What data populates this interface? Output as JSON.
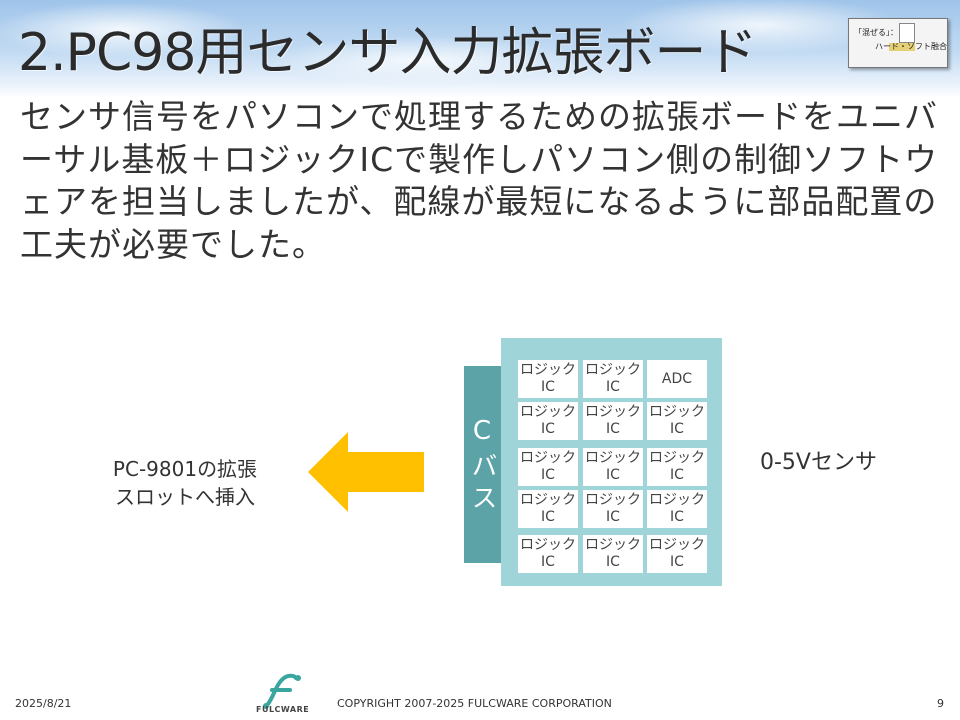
{
  "slide": {
    "title": "2.PC98用センサ入力拡張ボード",
    "badge": {
      "line1": "「混ぜる」：",
      "line2": "ハード・ソフト融合"
    },
    "body_text": "センサ信号をパソコンで処理するための拡張ボードをユニバーサル基板＋ロジックICで製作しパソコン側の制御ソフトウェアを担当しましたが、配線が最短になるように部品配置の工夫が必要でした。"
  },
  "diagram": {
    "left_label": "PC-9801の拡張\nスロットへ挿入",
    "bus_label": "Cバス",
    "sensor_label": "0-5Vセンサ",
    "cells": [
      "ロジック\nIC",
      "ロジック\nIC",
      "ADC",
      "ロジック\nIC",
      "ロジック\nIC",
      "ロジック\nIC",
      "ロジック\nIC",
      "ロジック\nIC",
      "ロジック\nIC",
      "ロジック\nIC",
      "ロジック\nIC",
      "ロジック\nIC",
      "ロジック\nIC",
      "ロジック\nIC",
      "ロジック\nIC"
    ],
    "colors": {
      "board": "#9fd5d9",
      "bus": "#5ba3a7",
      "arrow": "#ffc000"
    }
  },
  "footer": {
    "date": "2025/8/21",
    "logo_text": "FULCWARE",
    "copyright": "COPYRIGHT 2007-2025 FULCWARE CORPORATION",
    "page": "9"
  }
}
